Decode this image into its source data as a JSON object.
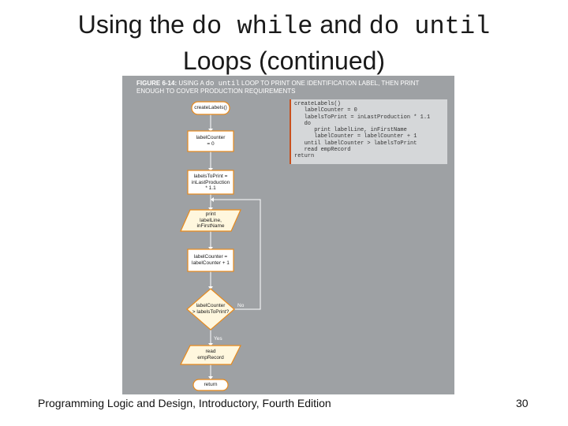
{
  "slide": {
    "title_part1": "Using the ",
    "title_code1": "do while",
    "title_part2": " and ",
    "title_code2": "do until",
    "title_line2": "Loops (continued)",
    "footer_text": "Programming Logic and Design, Introductory, Fourth Edition",
    "page_number": "30"
  },
  "figure": {
    "label": "FIGURE 6-14:",
    "caption_1": " USING A ",
    "caption_code": "do until",
    "caption_2": " LOOP TO PRINT ONE IDENTIFICATION LABEL, THEN PRINT ENOUGH TO COVER PRODUCTION REQUIREMENTS",
    "pseudocode": [
      "createLabels()",
      "   labelCounter = 0",
      "   labelsToPrint = inLastProduction * 1.1",
      "   do",
      "      print labelLine, inFirstName",
      "      labelCounter = labelCounter + 1",
      "   until labelCounter > labelsToPrint",
      "   read empRecord",
      "return"
    ],
    "flowchart": {
      "start": "createLabels()",
      "init_line1": "labelCounter",
      "init_line2": "= 0",
      "calc_line1": "labelsToPrint =",
      "calc_line2": "inLastProduction",
      "calc_line3": "* 1.1",
      "print_line1": "print",
      "print_line2": "labelLine,",
      "print_line3": "inFirstName",
      "incr_line1": "labelCounter =",
      "incr_line2": "labelCounter + 1",
      "decision_line1": "labelCounter",
      "decision_line2": "> labelsToPrint?",
      "no_label": "No",
      "yes_label": "Yes",
      "read_line1": "read",
      "read_line2": "empRecord",
      "end": "return"
    },
    "colors": {
      "panel": "#9ea1a4",
      "process_fill": "#ffffff",
      "io_fill": "#fff7de",
      "decision_fill": "#fff7de",
      "accent": "#e88a1c",
      "code_border": "#c8501e"
    }
  }
}
